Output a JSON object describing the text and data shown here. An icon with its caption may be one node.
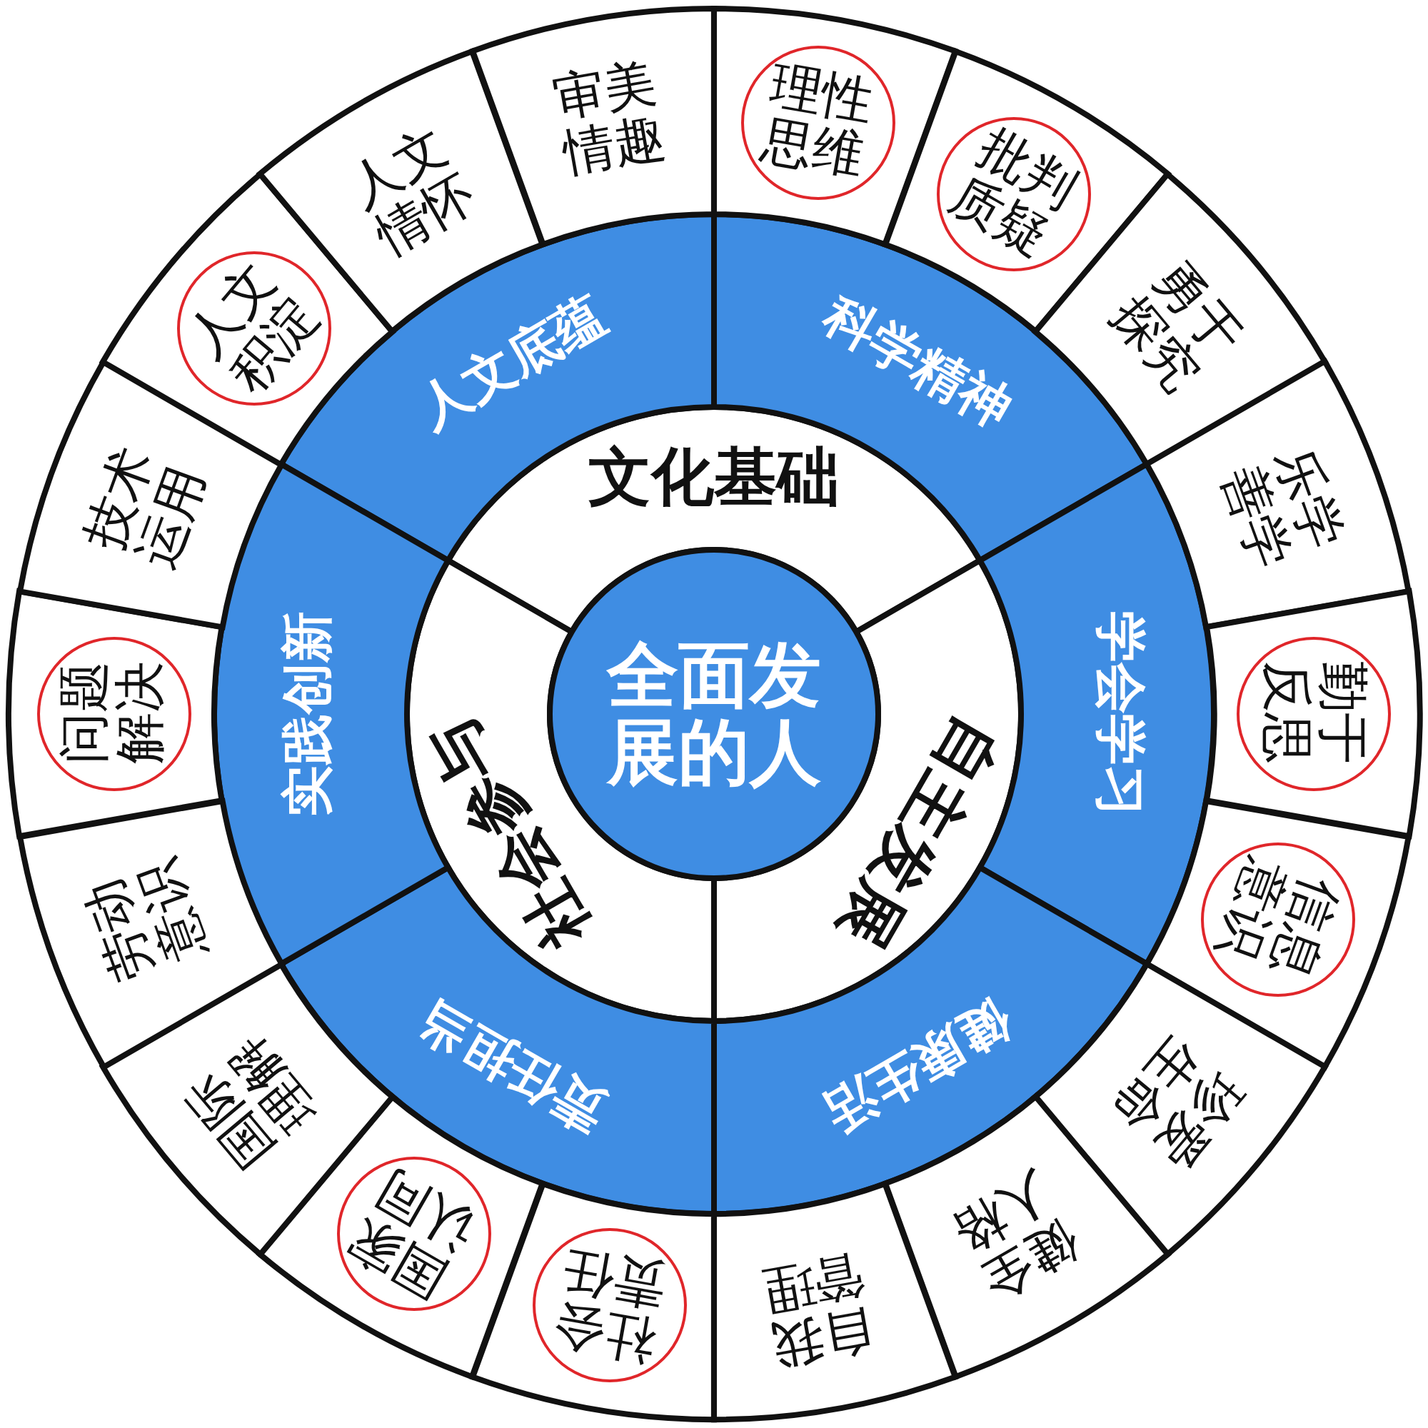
{
  "diagram": {
    "nodes": [
      {
        "text": [
          "全面发展的人"
        ]
      },
      {
        "text": [
          "文化基础"
        ]
      },
      {
        "text": [
          "自主发展"
        ]
      },
      {
        "text": [
          "社会参与"
        ]
      },
      {
        "text": [
          "人文底蕴"
        ]
      },
      {
        "text": [
          "科学精神"
        ]
      },
      {
        "text": [
          "学会学习"
        ]
      },
      {
        "text": [
          "健康生活"
        ]
      },
      {
        "text": [
          "责任担当"
        ]
      },
      {
        "text": [
          "实践创新"
        ]
      },
      {
        "text": [],
        "shape": "box"
      },
      {
        "text": [
          "理性思维"
        ],
        "in": 10
      },
      {
        "text": [],
        "shape": "box"
      },
      {
        "text": [
          "批判质疑"
        ],
        "in": 12
      },
      {
        "text": [
          "勇于探究"
        ]
      },
      {
        "text": [
          "乐学善学"
        ]
      },
      {
        "text": [],
        "shape": "box"
      },
      {
        "text": [
          "勤于反思"
        ],
        "in": 16
      },
      {
        "text": [],
        "shape": "box"
      },
      {
        "text": [
          "信息意识"
        ],
        "in": 18
      },
      {
        "text": [
          "珍爱生命"
        ]
      },
      {
        "text": [
          "健全人格"
        ]
      },
      {
        "text": [
          "自我管理"
        ]
      },
      {
        "text": [],
        "shape": "box"
      },
      {
        "text": [
          "社会责任"
        ],
        "in": 23
      },
      {
        "text": [],
        "shape": "box"
      },
      {
        "text": [
          "国家认同"
        ],
        "in": 25
      },
      {
        "text": [
          "国际理解"
        ]
      },
      {
        "text": [
          "劳动意识"
        ]
      },
      {
        "text": [],
        "shape": "box"
      },
      {
        "text": [
          "问题解决"
        ],
        "in": 29
      },
      {
        "text": [
          "技术运用"
        ]
      },
      {
        "text": [],
        "shape": "box"
      },
      {
        "text": [
          "人文积淀"
        ],
        "in": 32
      },
      {
        "text": [
          "人文情怀"
        ]
      },
      {
        "text": [
          "审美情趣"
        ]
      }
    ]
  }
}
